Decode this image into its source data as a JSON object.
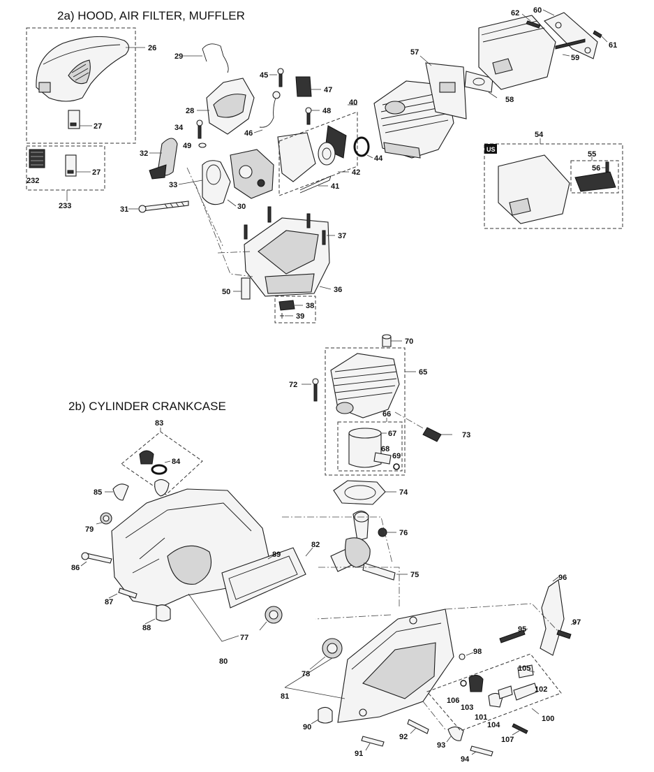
{
  "sections": {
    "a": {
      "title": "2a)  HOOD, AIR FILTER, MUFFLER"
    },
    "b": {
      "title": "2b)  CYLINDER CRANKCASE"
    }
  },
  "badge": {
    "text": "US"
  },
  "labels": {
    "n26": "26",
    "n27a": "27",
    "n27b": "27",
    "n232": "232",
    "n233": "233",
    "n29": "29",
    "n28": "28",
    "n34": "34",
    "n49": "49",
    "n32": "32",
    "n33": "33",
    "n31": "31",
    "n30": "30",
    "n45": "45",
    "n47": "47",
    "n48": "48",
    "n46": "46",
    "n40": "40",
    "n44": "44",
    "n42": "42",
    "n41": "41",
    "n37": "37",
    "n36": "36",
    "n50": "50",
    "n38": "38",
    "n39": "39",
    "n57": "57",
    "n58": "58",
    "n62": "62",
    "n60": "60",
    "n61": "61",
    "n59": "59",
    "n54": "54",
    "n55": "55",
    "n56": "56",
    "n70": "70",
    "n65": "65",
    "n72": "72",
    "n66": "66",
    "n67": "67",
    "n68": "68",
    "n69": "69",
    "n73": "73",
    "n74": "74",
    "n76": "76",
    "n75": "75",
    "n83": "83",
    "n84": "84",
    "n85": "85",
    "n79": "79",
    "n86": "86",
    "n82": "82",
    "n89": "89",
    "n87": "87",
    "n88": "88",
    "n77": "77",
    "n80": "80",
    "n96": "96",
    "n97": "97",
    "n95": "95",
    "n98": "98",
    "n78": "78",
    "n81": "81",
    "n105": "105",
    "n102": "102",
    "n106": "106",
    "n103": "103",
    "n101": "101",
    "n104": "104",
    "n100": "100",
    "n90": "90",
    "n92": "92",
    "n93": "93",
    "n107": "107",
    "n91": "91",
    "n94": "94"
  }
}
